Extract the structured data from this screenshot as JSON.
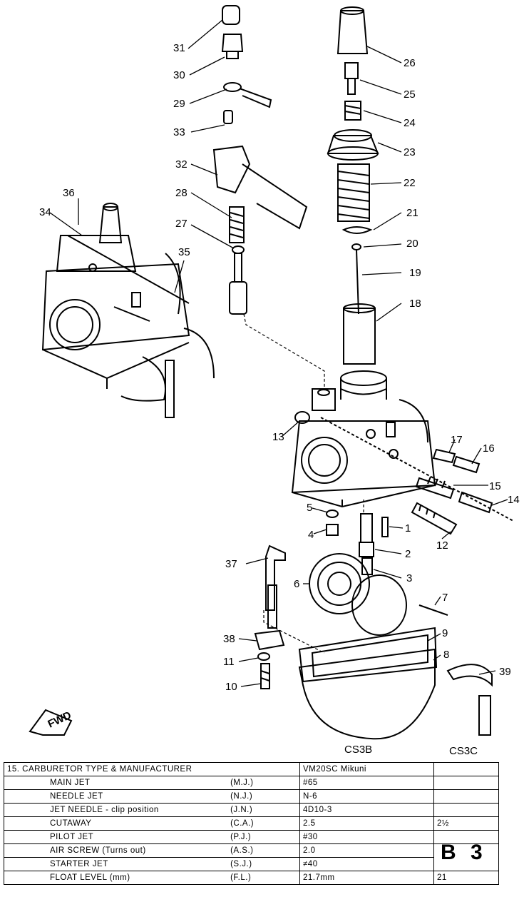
{
  "callouts": [
    {
      "n": "31"
    },
    {
      "n": "30"
    },
    {
      "n": "29"
    },
    {
      "n": "33"
    },
    {
      "n": "32"
    },
    {
      "n": "28"
    },
    {
      "n": "27"
    },
    {
      "n": "36"
    },
    {
      "n": "34"
    },
    {
      "n": "35"
    },
    {
      "n": "26"
    },
    {
      "n": "25"
    },
    {
      "n": "24"
    },
    {
      "n": "23"
    },
    {
      "n": "22"
    },
    {
      "n": "21"
    },
    {
      "n": "20"
    },
    {
      "n": "19"
    },
    {
      "n": "18"
    },
    {
      "n": "13"
    },
    {
      "n": "17"
    },
    {
      "n": "16"
    },
    {
      "n": "15"
    },
    {
      "n": "14"
    },
    {
      "n": "5"
    },
    {
      "n": "4"
    },
    {
      "n": "1"
    },
    {
      "n": "12"
    },
    {
      "n": "2"
    },
    {
      "n": "37"
    },
    {
      "n": "3"
    },
    {
      "n": "6"
    },
    {
      "n": "7"
    },
    {
      "n": "9"
    },
    {
      "n": "38"
    },
    {
      "n": "8"
    },
    {
      "n": "11"
    },
    {
      "n": "39"
    },
    {
      "n": "10"
    }
  ],
  "fwd_label": "FWD",
  "model_labels": {
    "cs3b": "CS3B",
    "cs3c": "CS3C"
  },
  "spec_table": {
    "header": {
      "item": "15. CARBURETOR TYPE & MANUFACTURER",
      "cs3b": "VM20SC  Mikuni",
      "cs3c": ""
    },
    "rows": [
      {
        "item": "MAIN JET",
        "abbr": "(M.J.)",
        "cs3b": "#65",
        "cs3c": ""
      },
      {
        "item": "NEEDLE JET",
        "abbr": "(N.J.)",
        "cs3b": "N-6",
        "cs3c": ""
      },
      {
        "item": "JET NEEDLE - clip position",
        "abbr": "(J.N.)",
        "cs3b": "4D10-3",
        "cs3c": ""
      },
      {
        "item": "CUTAWAY",
        "abbr": "(C.A.)",
        "cs3b": "2.5",
        "cs3c": "2½"
      },
      {
        "item": "PILOT JET",
        "abbr": "(P.J.)",
        "cs3b": "#30",
        "cs3c": ""
      },
      {
        "item": "AIR SCREW (Turns out)",
        "abbr": "(A.S.)",
        "cs3b": "2.0",
        "cs3c": ""
      },
      {
        "item": "STARTER JET",
        "abbr": "(S.J.)",
        "cs3b": "≠40",
        "cs3c": ""
      },
      {
        "item": "FLOAT LEVEL (mm)",
        "abbr": "(F.L.)",
        "cs3b": "21.7mm",
        "cs3c": "21"
      }
    ]
  },
  "page_code": "B 3"
}
